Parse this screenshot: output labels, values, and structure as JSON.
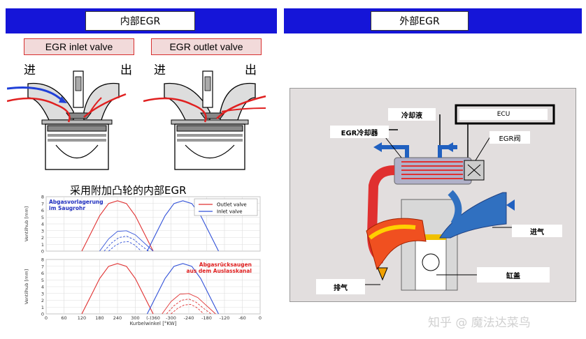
{
  "left_panel": {
    "header": "内部EGR",
    "inlet_label": "EGR inlet valve",
    "outlet_label": "EGR outlet valve",
    "in_char": "进",
    "out_char": "出",
    "subtitle": "采用附加凸轮的内部EGR",
    "chart_top_annotation": [
      "Abgasvorlagerung",
      "im Saugrohr"
    ],
    "chart_bottom_annotation": [
      "Abgasrücksaugen",
      "aus dem Auslasskanal"
    ],
    "legend": [
      "Outlet valve",
      "Inlet valve"
    ],
    "y_label": "Ventilhub [mm]",
    "x_label": "Kurbelwinkel [°KW]",
    "y_ticks": [
      "0",
      "1",
      "2",
      "3",
      "4",
      "5",
      "6",
      "7",
      "8"
    ],
    "x_ticks": [
      "0",
      "60",
      "120",
      "180",
      "240",
      "300",
      "(-)360",
      "-300",
      "-240",
      "-180",
      "-120",
      "-60",
      "0"
    ]
  },
  "right_panel": {
    "header": "外部EGR",
    "labels": {
      "coolant": "冷却液",
      "ecu": "ECU",
      "cooler": "EGR冷却器",
      "valve": "EGR阀",
      "intake": "进气",
      "exhaust": "排气",
      "cylinder_head": "缸盖"
    }
  },
  "watermark": "知乎 @ 魔法达菜鸟",
  "colors": {
    "header_blue": "#1515d8",
    "outlet_red": "#e03030",
    "inlet_blue": "#3050d8"
  },
  "chart_data": [
    {
      "type": "line",
      "ylabel": "Ventilhub [mm]",
      "ylim": [
        0,
        8
      ],
      "xlim": [
        0,
        720
      ],
      "series": [
        {
          "name": "Outlet valve",
          "x": [
            120,
            150,
            180,
            210,
            240,
            270,
            300,
            330,
            360
          ],
          "y": [
            0,
            2.6,
            5.2,
            7.0,
            7.4,
            7.0,
            5.2,
            2.6,
            0
          ]
        },
        {
          "name": "Inlet valve",
          "x": [
            340,
            370,
            400,
            430,
            460,
            490,
            520,
            550,
            580
          ],
          "y": [
            0,
            2.6,
            5.2,
            7.0,
            7.4,
            7.0,
            5.2,
            2.6,
            0
          ]
        },
        {
          "name": "",
          "x": [
            180,
            210,
            240,
            270,
            300,
            330,
            360
          ],
          "y": [
            0,
            1.8,
            2.9,
            3.0,
            2.4,
            1.2,
            0
          ]
        },
        {
          "name": "",
          "x": [
            195,
            220,
            245,
            270,
            295,
            320,
            345
          ],
          "y": [
            0,
            1.2,
            2.0,
            2.2,
            1.7,
            0.8,
            0
          ]
        },
        {
          "name": "",
          "x": [
            210,
            232,
            254,
            276,
            298,
            320
          ],
          "y": [
            0,
            0.8,
            1.3,
            1.4,
            0.9,
            0
          ]
        }
      ]
    },
    {
      "type": "line",
      "ylabel": "Ventilhub [mm]",
      "xlabel": "Kurbelwinkel [°KW]",
      "ylim": [
        0,
        8
      ],
      "xlim": [
        0,
        720
      ],
      "series": [
        {
          "name": "Outlet valve",
          "x": [
            120,
            150,
            180,
            210,
            240,
            270,
            300,
            330,
            360
          ],
          "y": [
            0,
            2.6,
            5.2,
            7.0,
            7.4,
            7.0,
            5.2,
            2.6,
            0
          ]
        },
        {
          "name": "Inlet valve",
          "x": [
            340,
            370,
            400,
            430,
            460,
            490,
            520,
            550,
            580
          ],
          "y": [
            0,
            2.6,
            5.2,
            7.0,
            7.4,
            7.0,
            5.2,
            2.6,
            0
          ]
        },
        {
          "name": "",
          "x": [
            390,
            420,
            450,
            480,
            510,
            540,
            570
          ],
          "y": [
            0,
            1.8,
            2.9,
            3.0,
            2.4,
            1.2,
            0
          ]
        },
        {
          "name": "",
          "x": [
            405,
            430,
            455,
            480,
            505,
            530,
            555
          ],
          "y": [
            0,
            1.2,
            2.0,
            2.2,
            1.7,
            0.8,
            0
          ]
        },
        {
          "name": "",
          "x": [
            420,
            442,
            464,
            486,
            508,
            530
          ],
          "y": [
            0,
            0.8,
            1.3,
            1.4,
            0.9,
            0
          ]
        }
      ]
    }
  ]
}
